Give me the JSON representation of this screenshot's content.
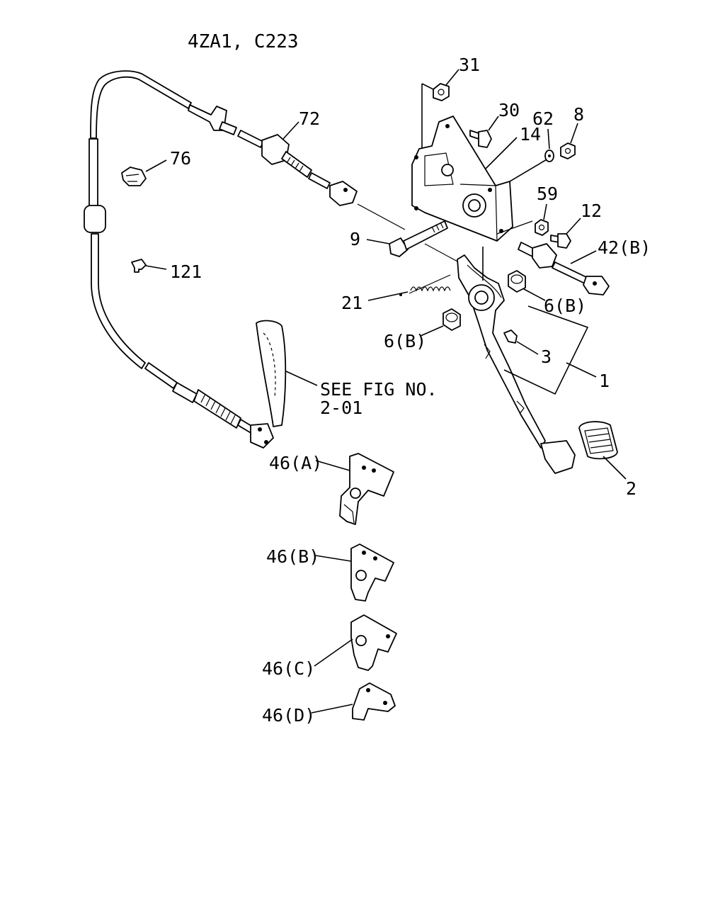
{
  "title": "4ZA1, C223",
  "see_fig": {
    "line1": "SEE FIG NO.",
    "line2": "2-01"
  },
  "labels": {
    "p31": "31",
    "p30": "30",
    "p62": "62",
    "p8": "8",
    "p14": "14",
    "p72": "72",
    "p76": "76",
    "p59": "59",
    "p12": "12",
    "p42b": "42(B)",
    "p9": "9",
    "p121": "121",
    "p21": "21",
    "p6b_right": "6(B)",
    "p6b_left": "6(B)",
    "p3": "3",
    "p1": "1",
    "p2": "2",
    "p46a": "46(A)",
    "p46b": "46(B)",
    "p46c": "46(C)",
    "p46d": "46(D)"
  }
}
